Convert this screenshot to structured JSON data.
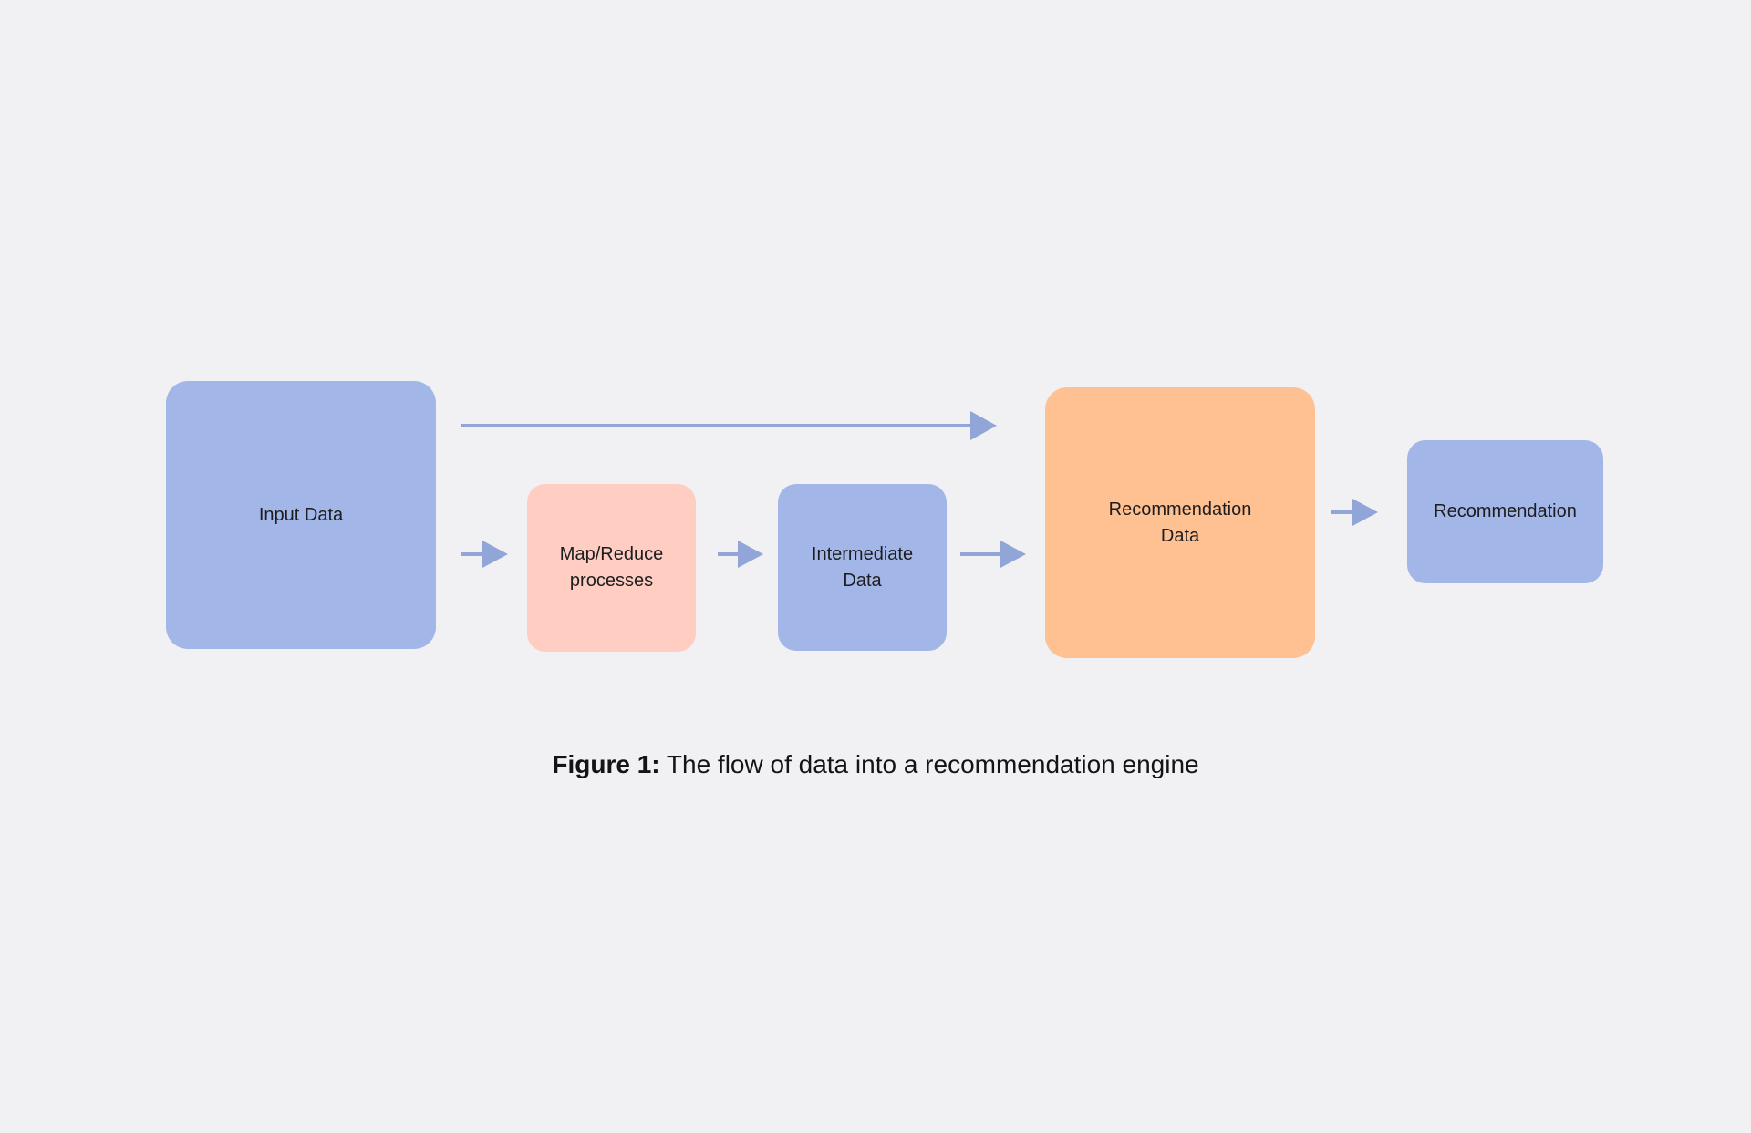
{
  "diagram": {
    "nodes": [
      {
        "id": "input-data",
        "label": "Input Data",
        "fill": "#a2b7e7",
        "text_color": "#1d1d1f"
      },
      {
        "id": "map-reduce",
        "label": "Map/Reduce processes",
        "fill": "#ffcdc2",
        "text_color": "#1d1d1f"
      },
      {
        "id": "intermediate-data",
        "label": "Intermediate Data",
        "fill": "#a2b7e7",
        "text_color": "#1d1d1f"
      },
      {
        "id": "recommendation-data",
        "label": "Recommendation Data",
        "fill": "#ffc192",
        "text_color": "#1d1d1f"
      },
      {
        "id": "recommendation",
        "label": "Recommendation",
        "fill": "#a2b7e7",
        "text_color": "#1d1d1f"
      }
    ],
    "edges": [
      {
        "from": "input-data",
        "to": "recommendation-data",
        "route": "direct-bypass-top"
      },
      {
        "from": "input-data",
        "to": "map-reduce",
        "route": "horizontal"
      },
      {
        "from": "map-reduce",
        "to": "intermediate-data",
        "route": "horizontal"
      },
      {
        "from": "intermediate-data",
        "to": "recommendation-data",
        "route": "horizontal"
      },
      {
        "from": "recommendation-data",
        "to": "recommendation",
        "route": "horizontal"
      }
    ],
    "arrow_color": "#92a5d8"
  },
  "caption": {
    "prefix": "Figure 1:",
    "text": " The flow of data into a recommendation engine"
  },
  "colors": {
    "background": "#f1f1f3",
    "node_blue": "#a2b7e7",
    "node_pink": "#ffcdc2",
    "node_orange": "#ffc192",
    "arrow": "#92a5d8",
    "text": "#1d1d1f"
  }
}
